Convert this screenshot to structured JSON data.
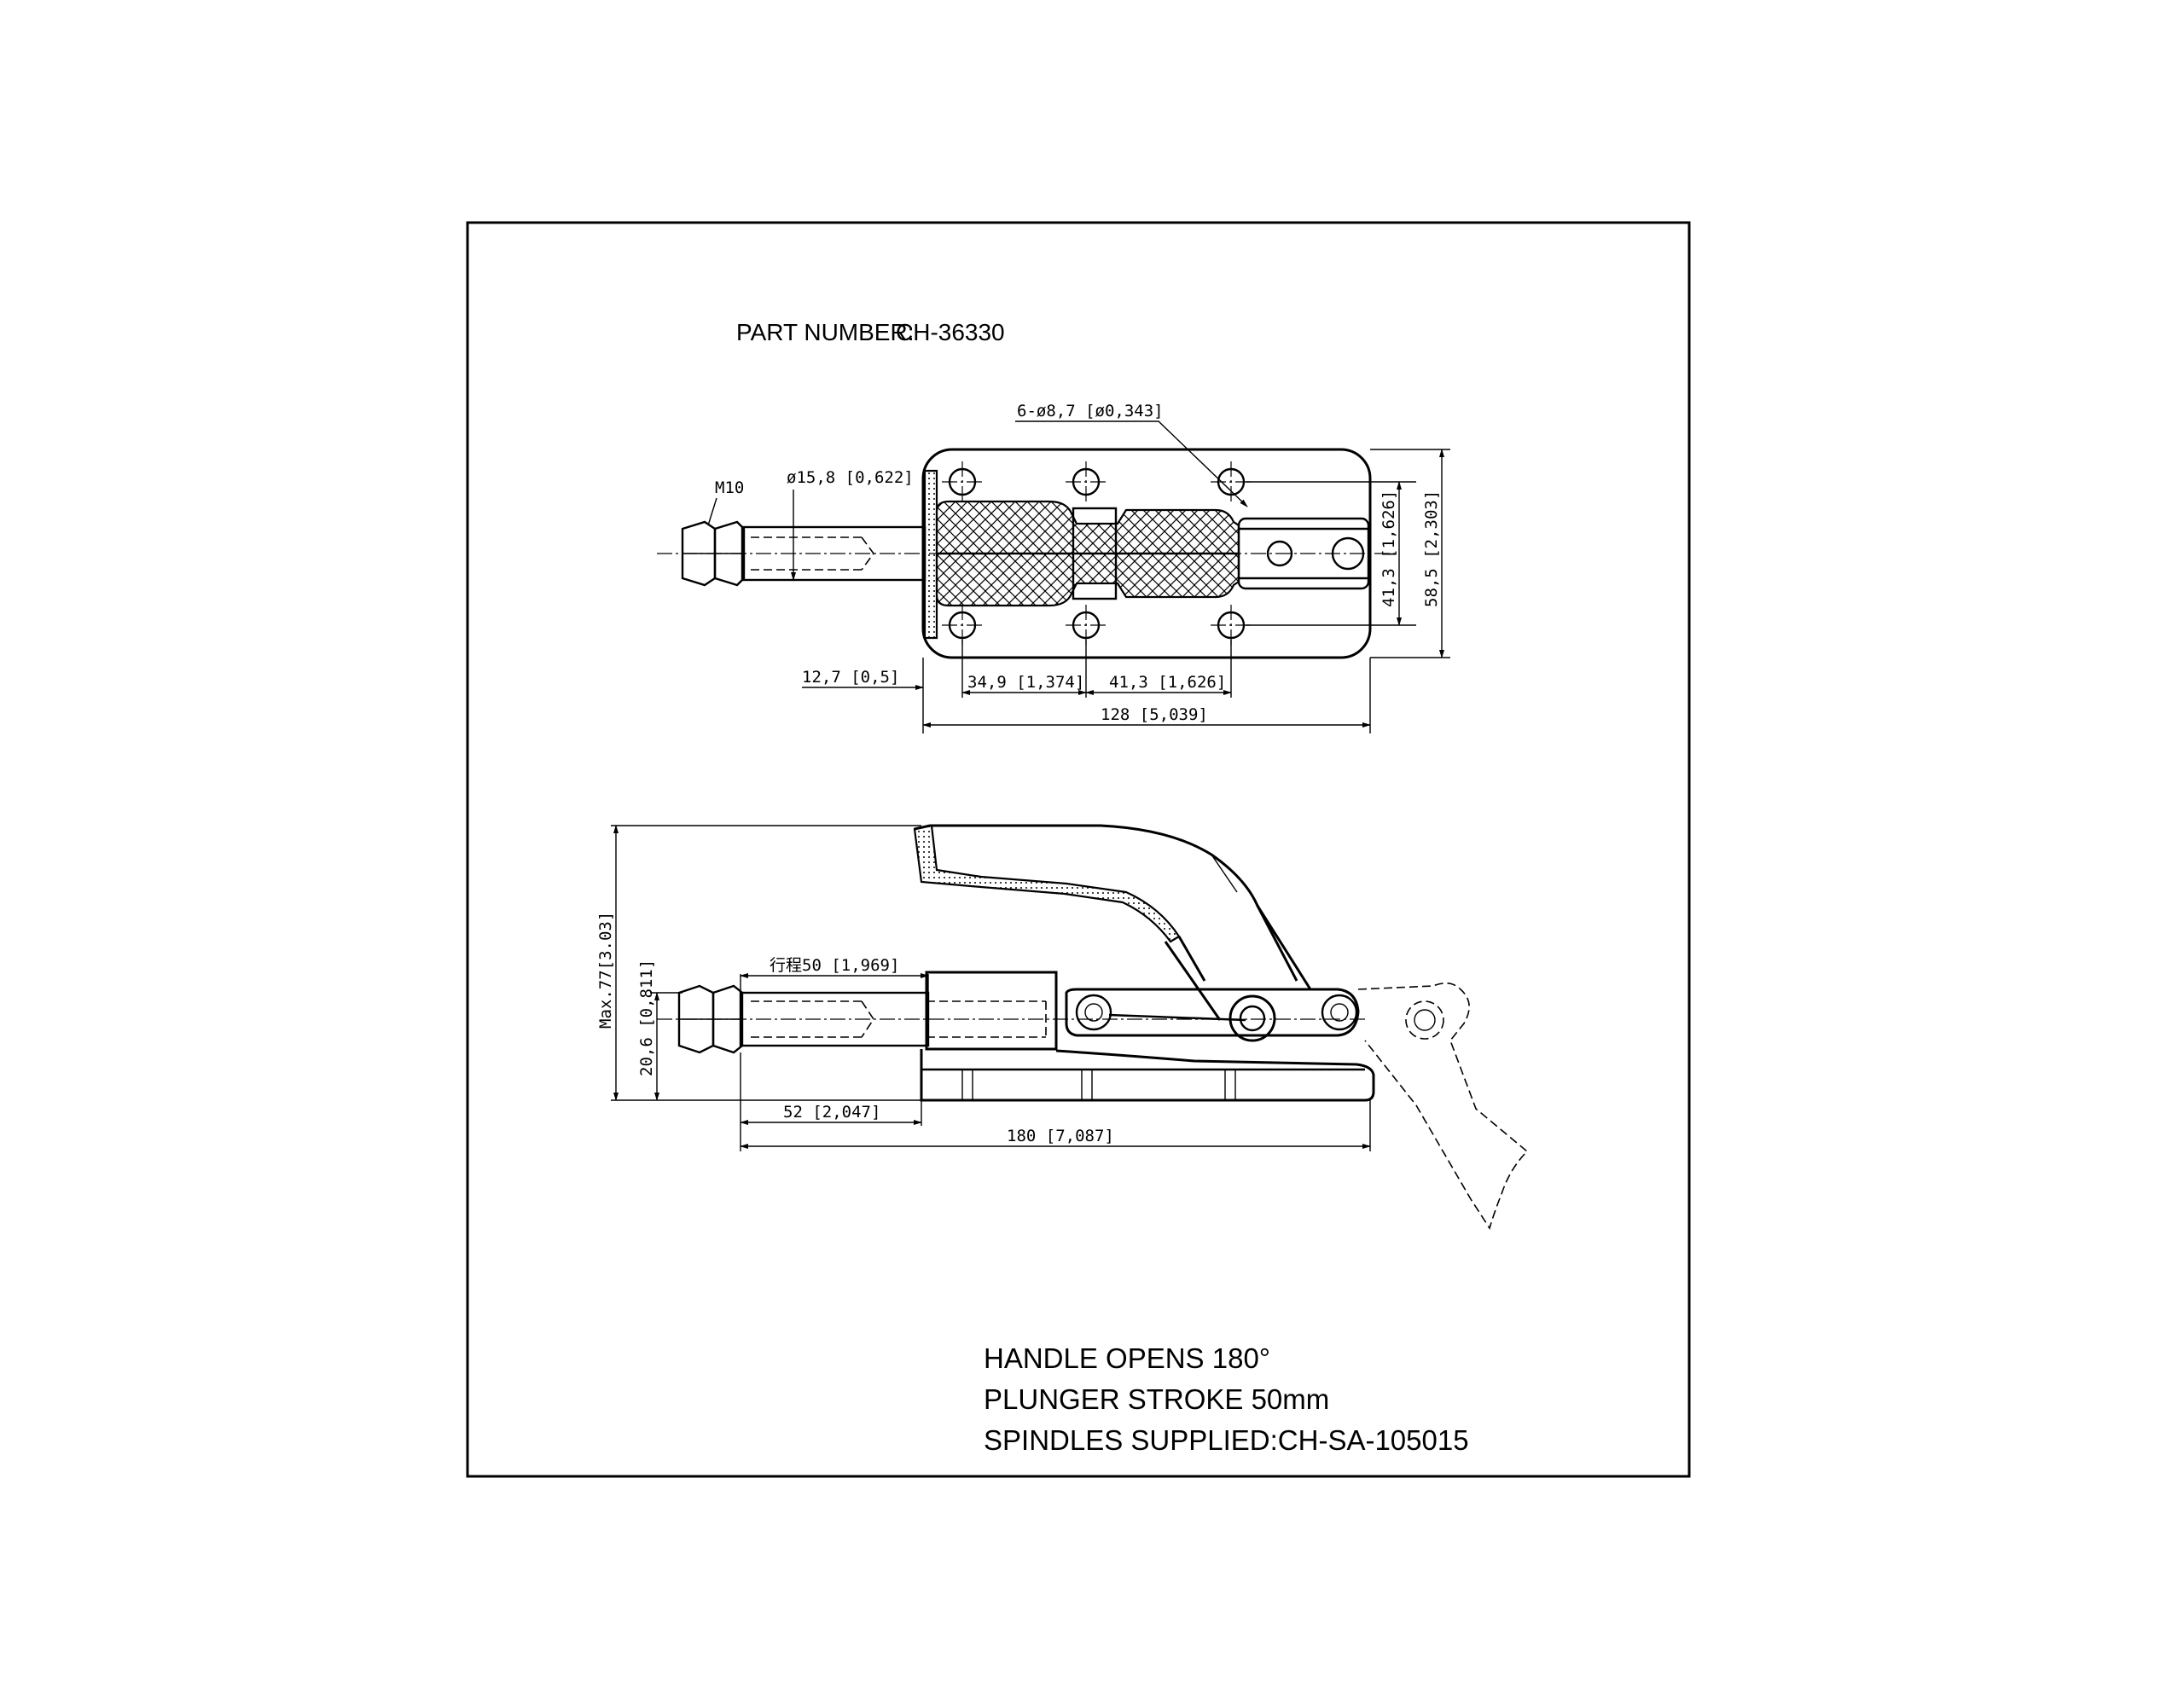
{
  "part_number": {
    "label": "PART NUMBER:",
    "value": "CH-36330"
  },
  "top_view": {
    "holes_callout": "6-ø8,7 [ø0,343]",
    "thread_label": "M10",
    "rod_diameter": "ø15,8 [0,622]",
    "dim_12_7": "12,7 [0,5]",
    "dim_34_9": "34,9 [1,374]",
    "dim_41_3_h": "41,3 [1,626]",
    "dim_128": "128 [5,039]",
    "dim_41_3_v": "41,3 [1,626]",
    "dim_58_5": "58,5 [2,303]"
  },
  "side_view": {
    "stroke_dim": "行程50 [1,969]",
    "max_height": "Max.77[3.03]",
    "dim_20_6": "20,6 [0,811]",
    "dim_52": "52 [2,047]",
    "dim_180": "180 [7,087]"
  },
  "notes": [
    "HANDLE OPENS 180°",
    "PLUNGER STROKE 50mm",
    "SPINDLES SUPPLIED:CH-SA-105015"
  ]
}
